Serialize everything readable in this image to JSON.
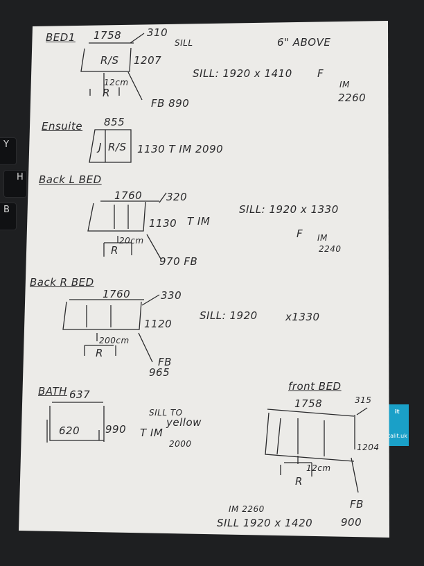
{
  "keyboard": {
    "keys": [
      "Y",
      "H",
      "B"
    ]
  },
  "sticker": {
    "label": "it",
    "url": "talit.uk"
  },
  "notes": {
    "bed1": {
      "title": "BED1",
      "width": "1758",
      "corner": "310",
      "sill": "SILL",
      "label": "R/S",
      "height": "1207",
      "gap": "12cm",
      "rad": "R",
      "fb": "FB 890",
      "above": "6\" ABOVE",
      "sill_size": "SILL: 1920 x 1410",
      "f": "F",
      "im": "IM",
      "im_val": "2260"
    },
    "ensuite": {
      "title": "Ensuite",
      "width": "855",
      "left": "J",
      "right": "R/S",
      "height": "1130 T IM 2090"
    },
    "back_l_bed": {
      "title": "Back L BED",
      "width": "1760",
      "corner": "320",
      "height": "1130",
      "t_im": "T IM",
      "gap": "20cm",
      "rad": "R",
      "fb": "970 FB",
      "sill_size": "SILL: 1920 x 1330",
      "f": "F",
      "im": "IM",
      "im_val": "2240"
    },
    "back_r_bed": {
      "title": "Back R BED",
      "width": "1760",
      "corner": "330",
      "height": "1120",
      "gap": "200cm",
      "rad": "R",
      "fb": "FB",
      "fb_val": "965",
      "sill_size": "SILL: 1920",
      "sill_h": "x1330"
    },
    "bath": {
      "title": "BATH",
      "width": "637",
      "inner": "620",
      "height": "990",
      "sill_note": "SILL TO",
      "sill_note2": "yellow",
      "t_im": "T IM",
      "t_im_val": "2000"
    },
    "front_bed": {
      "title": "front BED",
      "corner": "315",
      "width": "1758",
      "height": "1204",
      "gap": "12cm",
      "rad": "R",
      "fb": "FB",
      "fb_val": "900",
      "im": "IM 2260",
      "sill_size": "SILL 1920 x 1420"
    }
  }
}
